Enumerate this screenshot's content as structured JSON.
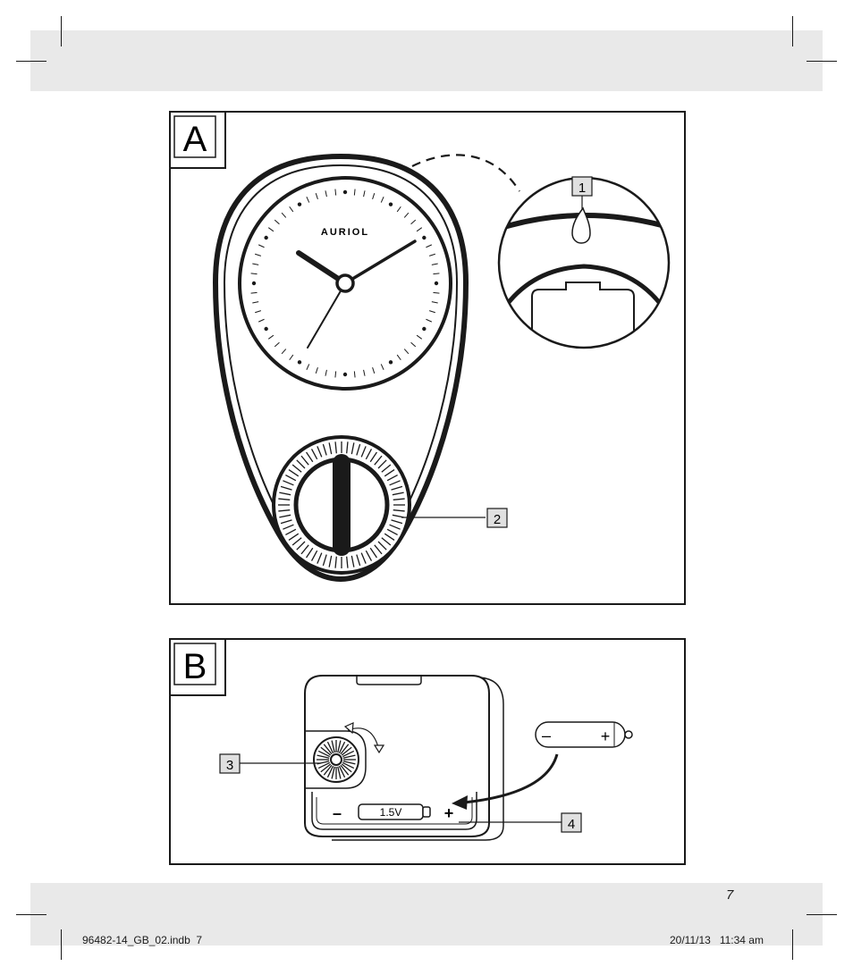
{
  "figures": {
    "a": {
      "letter": "A",
      "brand": "AURIOL",
      "callouts": [
        "1",
        "2"
      ]
    },
    "b": {
      "letter": "B",
      "battery_label": "1.5V",
      "minus": "–",
      "plus": "+",
      "loose_battery_minus": "–",
      "loose_battery_plus": "+",
      "callouts": [
        "3",
        "4"
      ]
    }
  },
  "footer": {
    "page_number": "7",
    "file_slug": "96482-14_GB_02.indb  7",
    "date_slug": "20/11/13   11:34 am"
  }
}
